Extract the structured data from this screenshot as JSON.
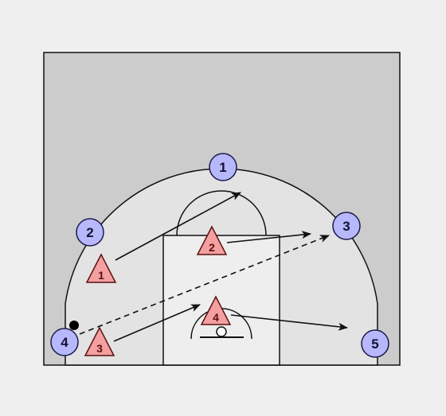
{
  "diagram": {
    "colors": {
      "page_background": "#efefef",
      "court_outer": "#cccccc",
      "court_inside_arc": "#e3e3e3",
      "paint": "#eeeeee",
      "line": "#111111",
      "offense_fill": "#b7b7fb",
      "offense_stroke": "#1a1a4a",
      "defense_fill": "#f4a0a0",
      "defense_stroke": "#5a1010"
    },
    "offense_players": [
      {
        "label": "1"
      },
      {
        "label": "2"
      },
      {
        "label": "3"
      },
      {
        "label": "4"
      },
      {
        "label": "5"
      }
    ],
    "defense_players": [
      {
        "label": "1"
      },
      {
        "label": "2"
      },
      {
        "label": "3"
      },
      {
        "label": "4"
      }
    ],
    "ball_holder": "4"
  }
}
